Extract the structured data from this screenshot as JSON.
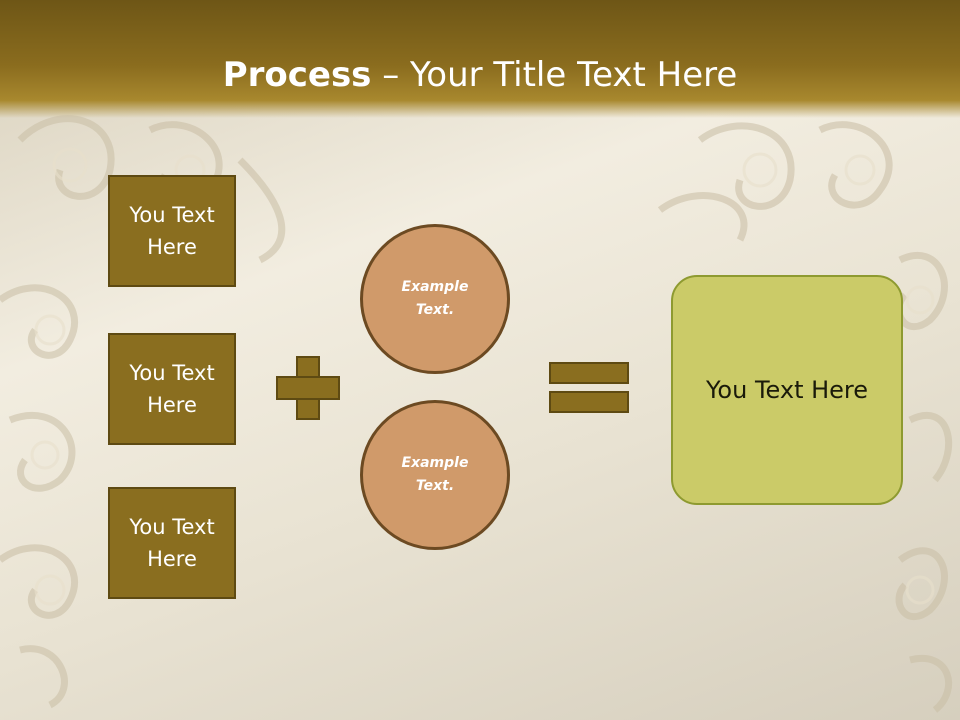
{
  "slide": {
    "title_bold": "Process",
    "title_rest": " – Your Title Text Here"
  },
  "inputs": [
    {
      "label": "You Text Here"
    },
    {
      "label": "You Text Here"
    },
    {
      "label": "You Text Here"
    }
  ],
  "circles": [
    {
      "label": "Example Text."
    },
    {
      "label": "Example Text."
    }
  ],
  "result": {
    "label": "You Text Here"
  },
  "colors": {
    "header_brown": "#7a5e18",
    "box_fill": "#8a6e1f",
    "circle_fill": "#d09a6a",
    "result_fill": "#cbcb68"
  },
  "icons": {
    "operator_1": "plus-icon",
    "operator_2": "equals-icon"
  }
}
